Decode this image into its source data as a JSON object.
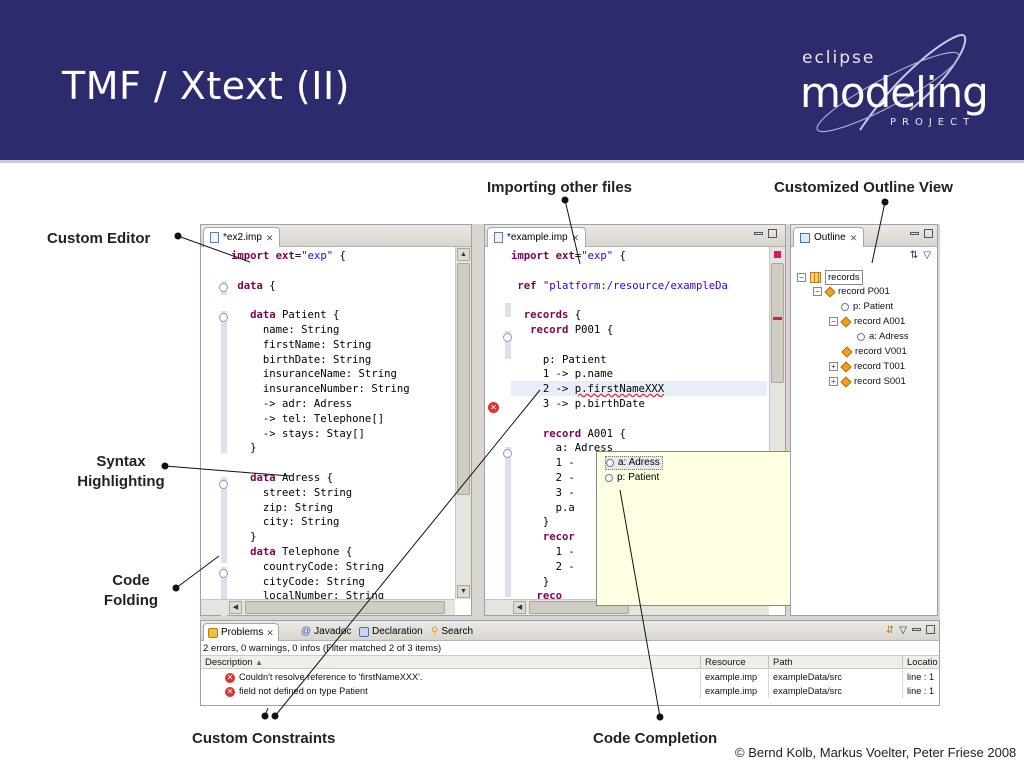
{
  "slide": {
    "title": "TMF / Xtext (II)",
    "footer": "© Bernd Kolb, Markus Voelter, Peter Friese 2008"
  },
  "logo": {
    "top": "eclipse",
    "main": "modeling",
    "sub": "PROJECT"
  },
  "annotations": {
    "custom_editor": "Custom Editor",
    "importing": "Importing other files",
    "outline_view": "Customized Outline View",
    "syntax_line1": "Syntax",
    "syntax_line2": "Highlighting",
    "folding_line1": "Code",
    "folding_line2": "Folding",
    "constraints": "Custom Constraints",
    "completion": "Code Completion"
  },
  "editor1": {
    "tab": "*ex2.imp"
  },
  "editor2": {
    "tab": "*example.imp"
  },
  "outline": {
    "tab": "Outline",
    "nodes": [
      "records",
      "record P001",
      "p: Patient",
      "record A001",
      "a: Adress",
      "record V001",
      "record T001",
      "record S001"
    ]
  },
  "completion": {
    "items": [
      "a: Adress",
      "p: Patient"
    ]
  },
  "problems": {
    "tabs": [
      "Problems",
      "Javadoc",
      "Declaration",
      "Search"
    ],
    "summary": "2 errors, 0 warnings, 0 infos (Filter matched 2 of 3 items)",
    "columns": [
      "Description",
      "Resource",
      "Path",
      "Locatio"
    ],
    "rows": [
      {
        "description": "Couldn't resolve reference to 'firstNameXXX'.",
        "resource": "example.imp",
        "path": "exampleData/src",
        "location": "line : 1"
      },
      {
        "description": "field not defined on type Patient",
        "resource": "example.imp",
        "path": "exampleData/src",
        "location": "line : 1"
      }
    ]
  },
  "colors": {
    "header": "#2e2a6e",
    "keyword": "#7f0055",
    "string": "#2a00ff",
    "error": "#e02020",
    "popup": "#ffffe1"
  },
  "icons": [
    "file-icon",
    "close-icon",
    "outline-icon",
    "sort-icon",
    "error-icon",
    "fold-icon",
    "problems-icon",
    "javadoc-icon",
    "declaration-icon",
    "search-icon"
  ]
}
